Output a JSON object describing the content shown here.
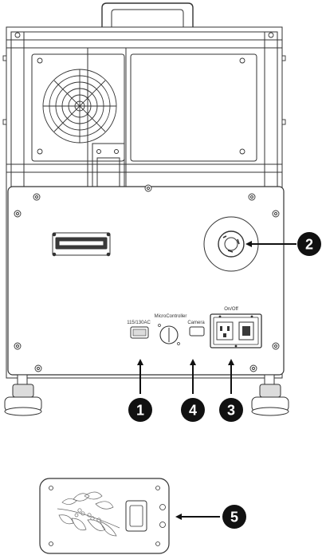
{
  "colors": {
    "line": "#333333",
    "panel_fill": "#ffffff",
    "dark_metal": "#3a3a3a",
    "callout_bg": "#111111",
    "callout_text": "#ffffff",
    "shade": "#dcdcdc"
  },
  "labels": {
    "power_input": "115/130AC",
    "microcontroller": "MicroController",
    "camera": "Camera",
    "on_off": "On/Off"
  },
  "callouts": [
    {
      "number": "1",
      "target": "power-input-port"
    },
    {
      "number": "2",
      "target": "round-twist-lock-socket"
    },
    {
      "number": "3",
      "target": "power-switch-module"
    },
    {
      "number": "4",
      "target": "camera-port"
    },
    {
      "number": "5",
      "target": "etched-plate"
    }
  ]
}
